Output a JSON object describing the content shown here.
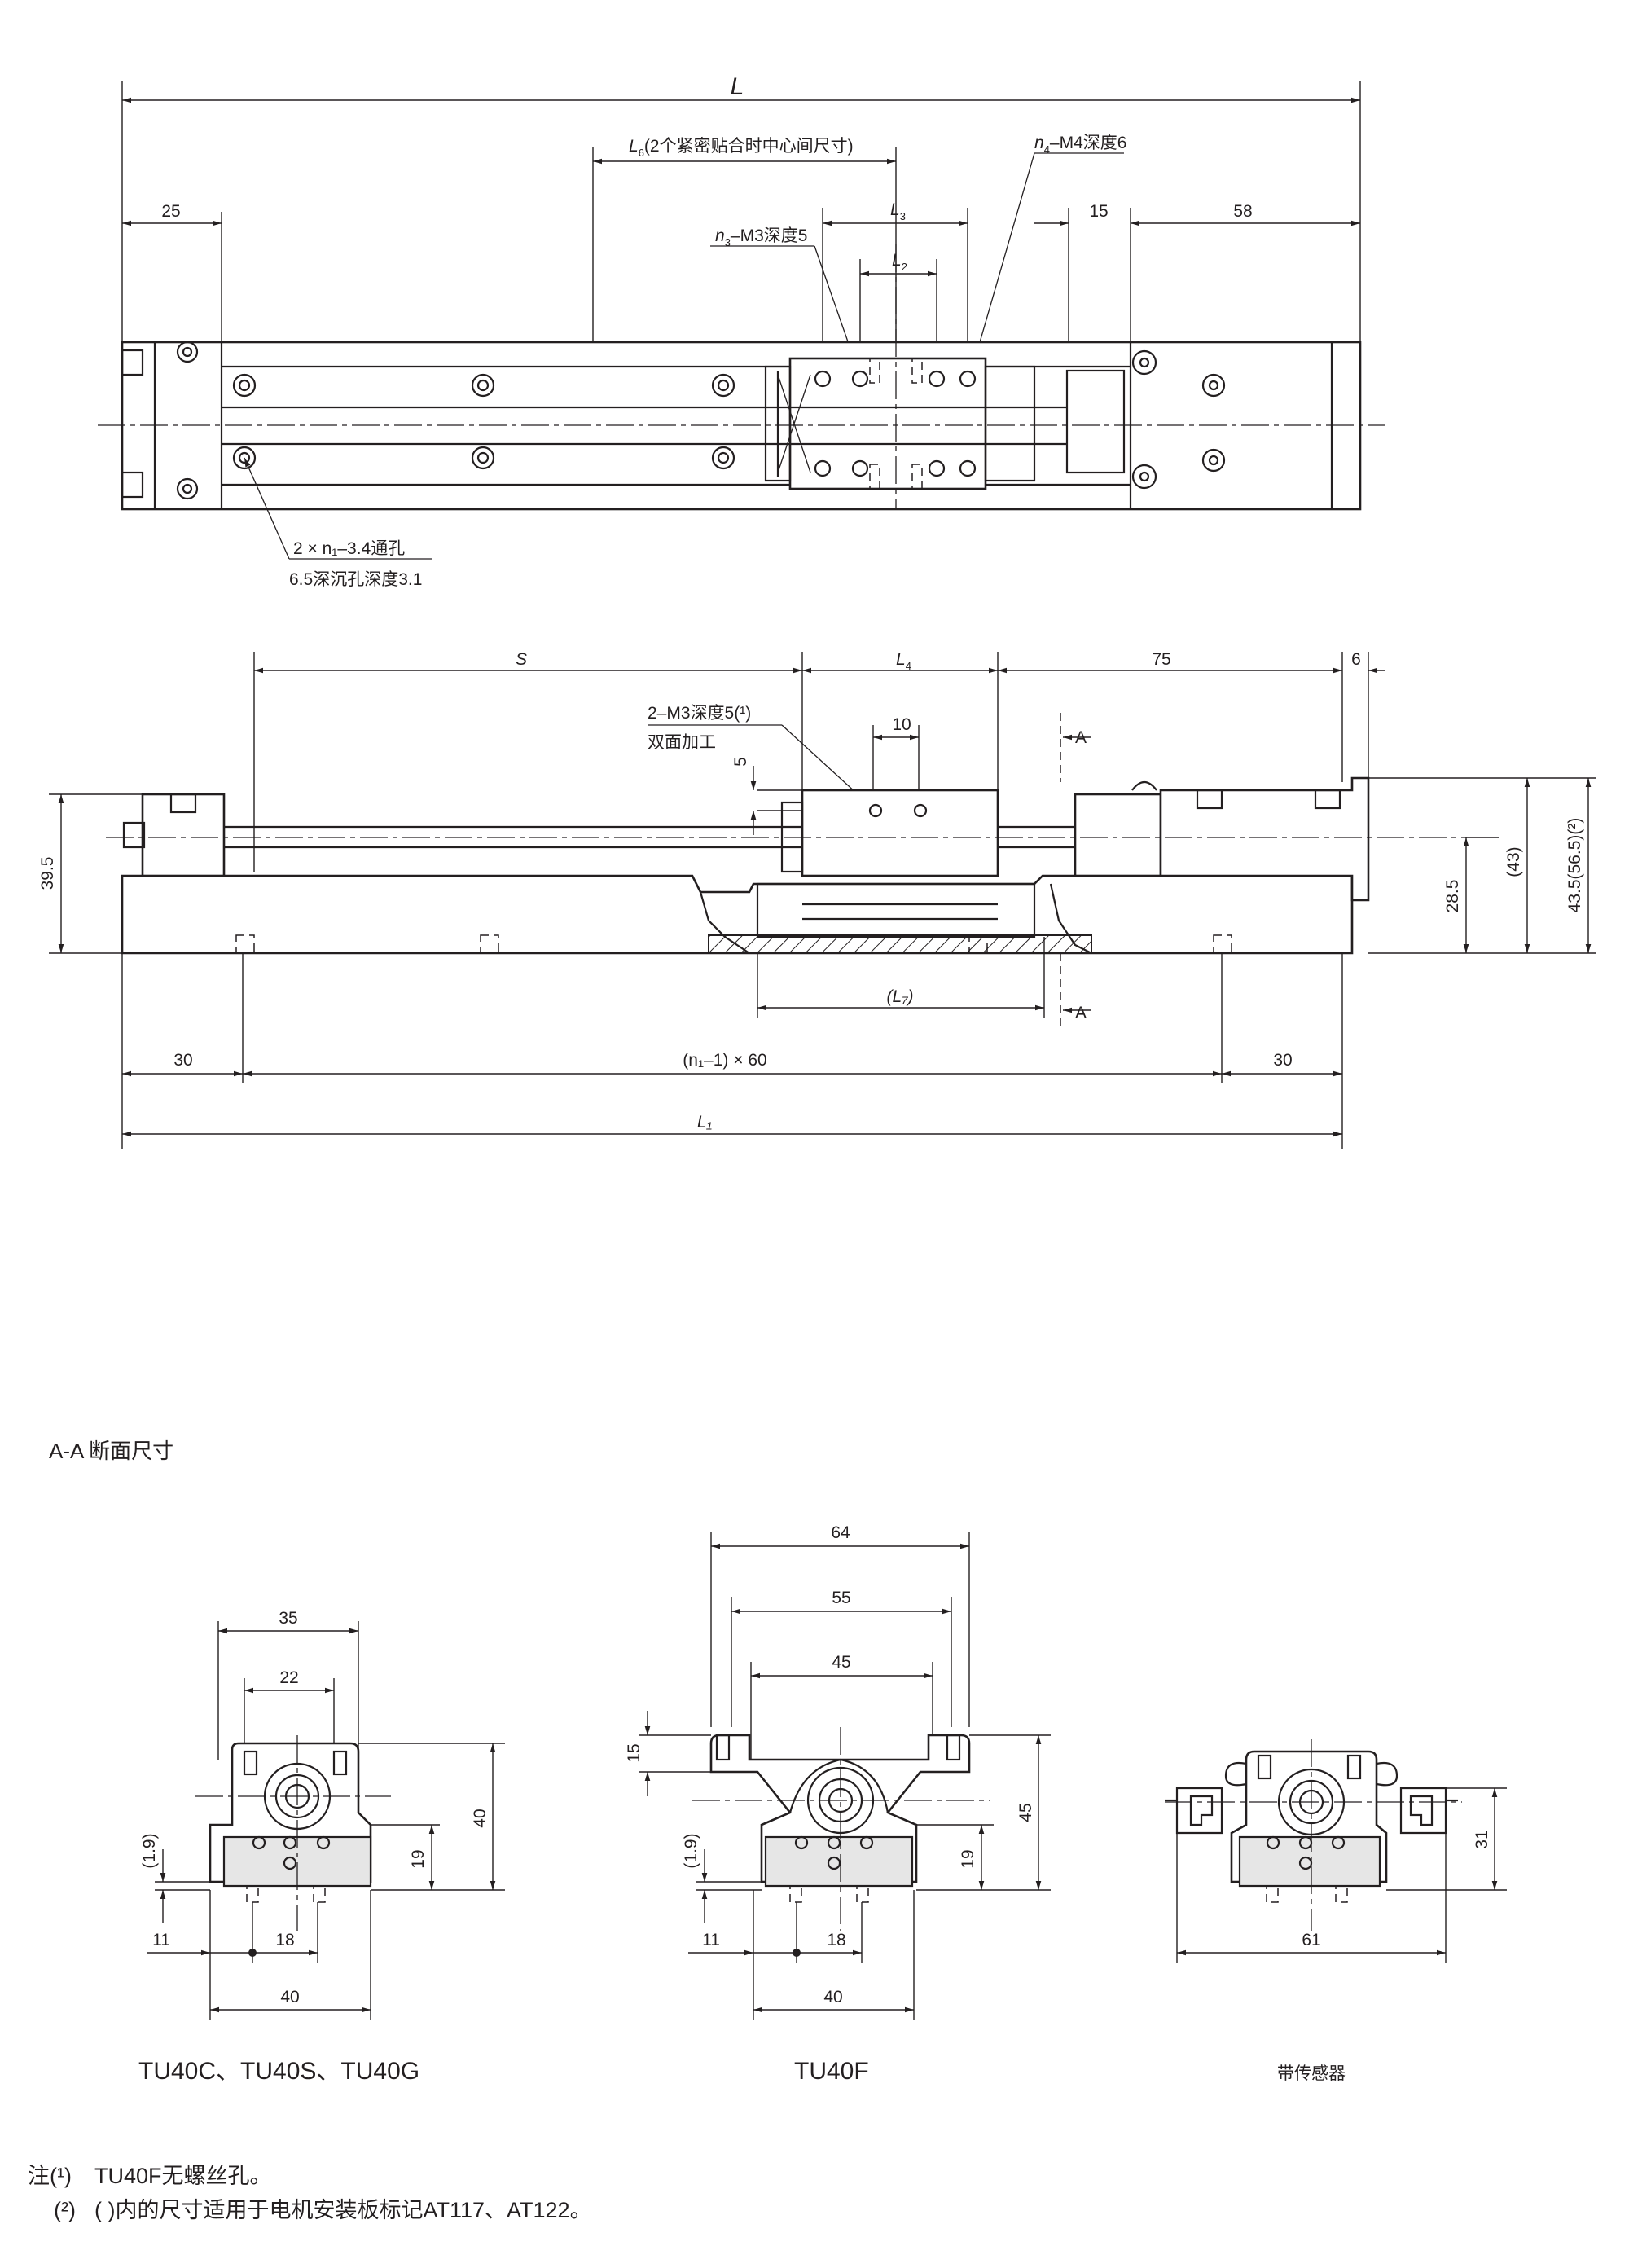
{
  "top_view": {
    "dim_L": "L",
    "dim_L6": "L",
    "dim_L6_sub": "6",
    "dim_L6_note": "(2个紧密贴合时中心间尺寸)",
    "dim_L3": "L",
    "dim_L3_sub": "3",
    "dim_L2": "L",
    "dim_L2_sub": "2",
    "dim_25": "25",
    "dim_15": "15",
    "dim_58": "58",
    "callout_n4": "n",
    "callout_n4_sub": "4",
    "callout_n4_text": "–M4深度6",
    "callout_n3": "n",
    "callout_n3_sub": "3",
    "callout_n3_text": "–M3深度5",
    "callout_holes_line1": "2 × n₁–3.4通孔",
    "callout_holes_line2": "6.5深沉孔深度3.1"
  },
  "side_view": {
    "dim_S": "S",
    "dim_L4": "L",
    "dim_L4_sub": "4",
    "dim_75": "75",
    "dim_6": "6",
    "dim_10": "10",
    "dim_5": "5",
    "dim_39_5": "39.5",
    "dim_28_5": "28.5",
    "dim_43": "(43)",
    "dim_43_5": "43.5(56.5)(²)",
    "callout_m3_line1": "2–M3深度5(¹)",
    "callout_m3_line2": "双面加工",
    "section_mark_top": "A",
    "section_mark_bottom": "A",
    "dim_L7": "(L₇)",
    "dim_30_left": "30",
    "dim_pitch": "(n₁–1) × 60",
    "dim_30_right": "30",
    "dim_L1": "L₁"
  },
  "section": {
    "title": "A-A 断面尺寸",
    "views": [
      {
        "caption": "TU40C、TU40S、TU40G",
        "dims": {
          "top_width": "35",
          "inner_width": "22",
          "height": "40",
          "rail_height": "19",
          "gap": "(1.9)",
          "offset": "11",
          "hole_pitch": "18",
          "base_width": "40"
        }
      },
      {
        "caption": "TU40F",
        "dims": {
          "outer_width": "64",
          "mid_width": "55",
          "inner_width": "45",
          "flange": "15",
          "height": "45",
          "rail_height": "19",
          "gap": "(1.9)",
          "offset": "11",
          "hole_pitch": "18",
          "base_width": "40"
        }
      },
      {
        "caption": "带传感器",
        "dims": {
          "height": "31",
          "width": "61"
        }
      }
    ]
  },
  "notes": [
    {
      "mark": "注(¹)",
      "text": "TU40F无螺丝孔。"
    },
    {
      "mark": "(²)",
      "text": "( )内的尺寸适用于电机安装板标记AT117、AT122。"
    }
  ]
}
